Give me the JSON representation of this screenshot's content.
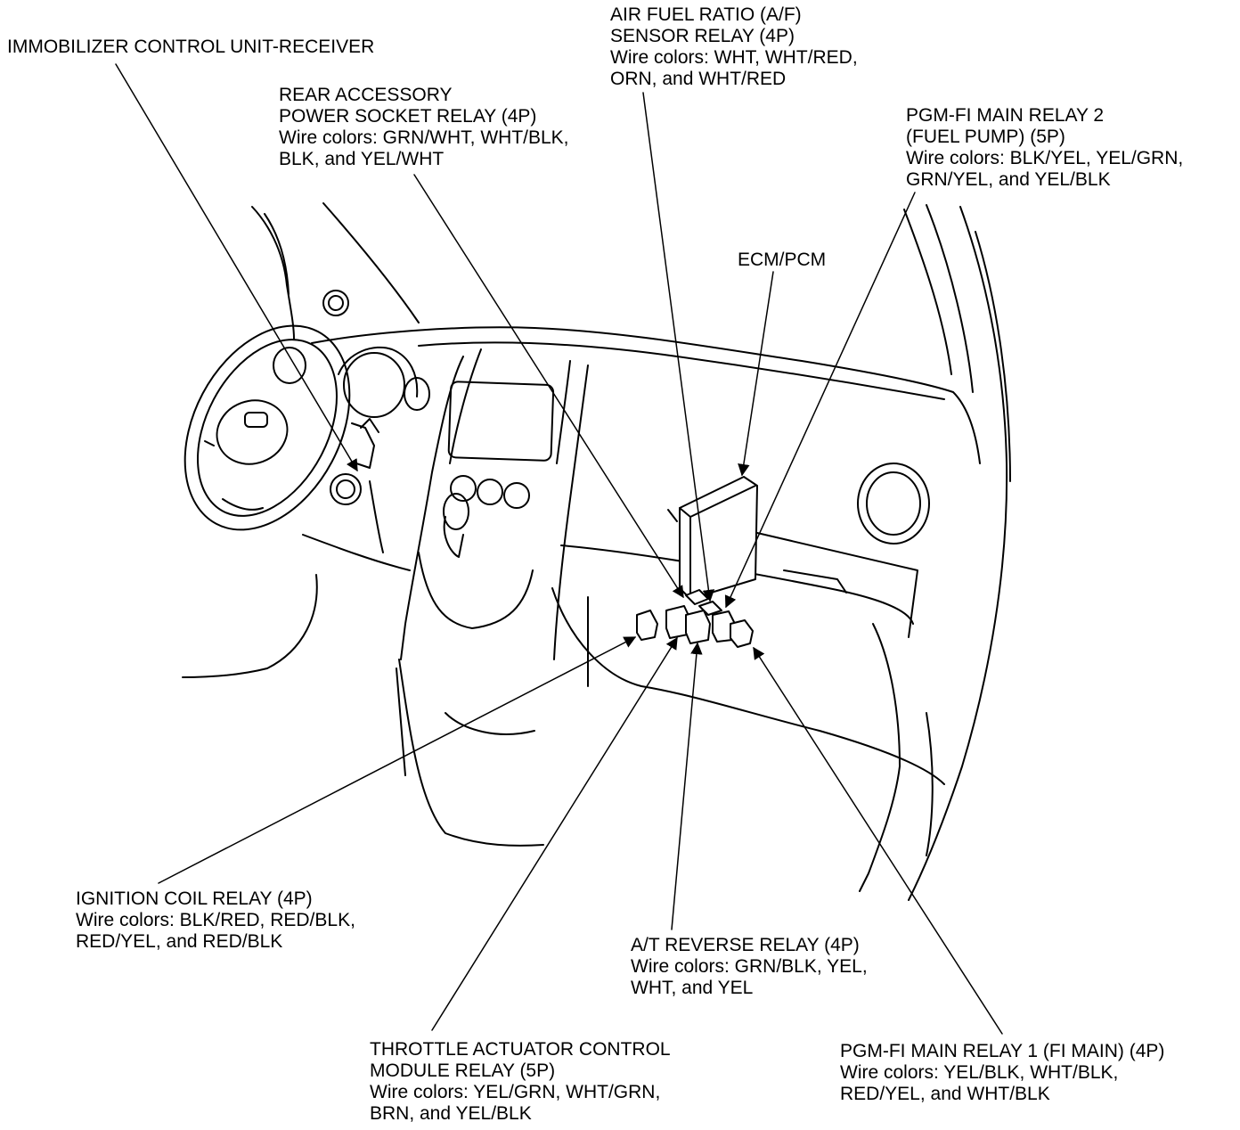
{
  "labels": {
    "immobilizer": {
      "lines": [
        "IMMOBILIZER CONTROL UNIT-RECEIVER"
      ]
    },
    "rear_accessory": {
      "lines": [
        "REAR ACCESSORY",
        "POWER SOCKET RELAY (4P)",
        "Wire colors: GRN/WHT, WHT/BLK,",
        "BLK, and YEL/WHT"
      ]
    },
    "af_sensor": {
      "lines": [
        "AIR FUEL RATIO (A/F)",
        "SENSOR RELAY (4P)",
        "Wire colors: WHT, WHT/RED,",
        "ORN, and WHT/RED"
      ]
    },
    "pgm_fi_2": {
      "lines": [
        "PGM-FI MAIN RELAY 2",
        "(FUEL PUMP) (5P)",
        "Wire colors: BLK/YEL, YEL/GRN,",
        "GRN/YEL, and YEL/BLK"
      ]
    },
    "ecm_pcm": {
      "lines": [
        "ECM/PCM"
      ]
    },
    "ignition_coil": {
      "lines": [
        "IGNITION COIL RELAY (4P)",
        "Wire colors: BLK/RED, RED/BLK,",
        "RED/YEL, and RED/BLK"
      ]
    },
    "at_reverse": {
      "lines": [
        "A/T REVERSE RELAY (4P)",
        "Wire colors: GRN/BLK, YEL,",
        "WHT, and YEL"
      ]
    },
    "throttle_actuator": {
      "lines": [
        "THROTTLE ACTUATOR CONTROL",
        "MODULE RELAY (5P)",
        "Wire colors: YEL/GRN, WHT/GRN,",
        "BRN, and YEL/BLK"
      ]
    },
    "pgm_fi_1": {
      "lines": [
        "PGM-FI MAIN RELAY 1 (FI MAIN) (4P)",
        "Wire colors: YEL/BLK, WHT/BLK,",
        "RED/YEL, and WHT/BLK"
      ]
    }
  },
  "colors": {
    "ink": "#000000",
    "background": "#ffffff"
  }
}
